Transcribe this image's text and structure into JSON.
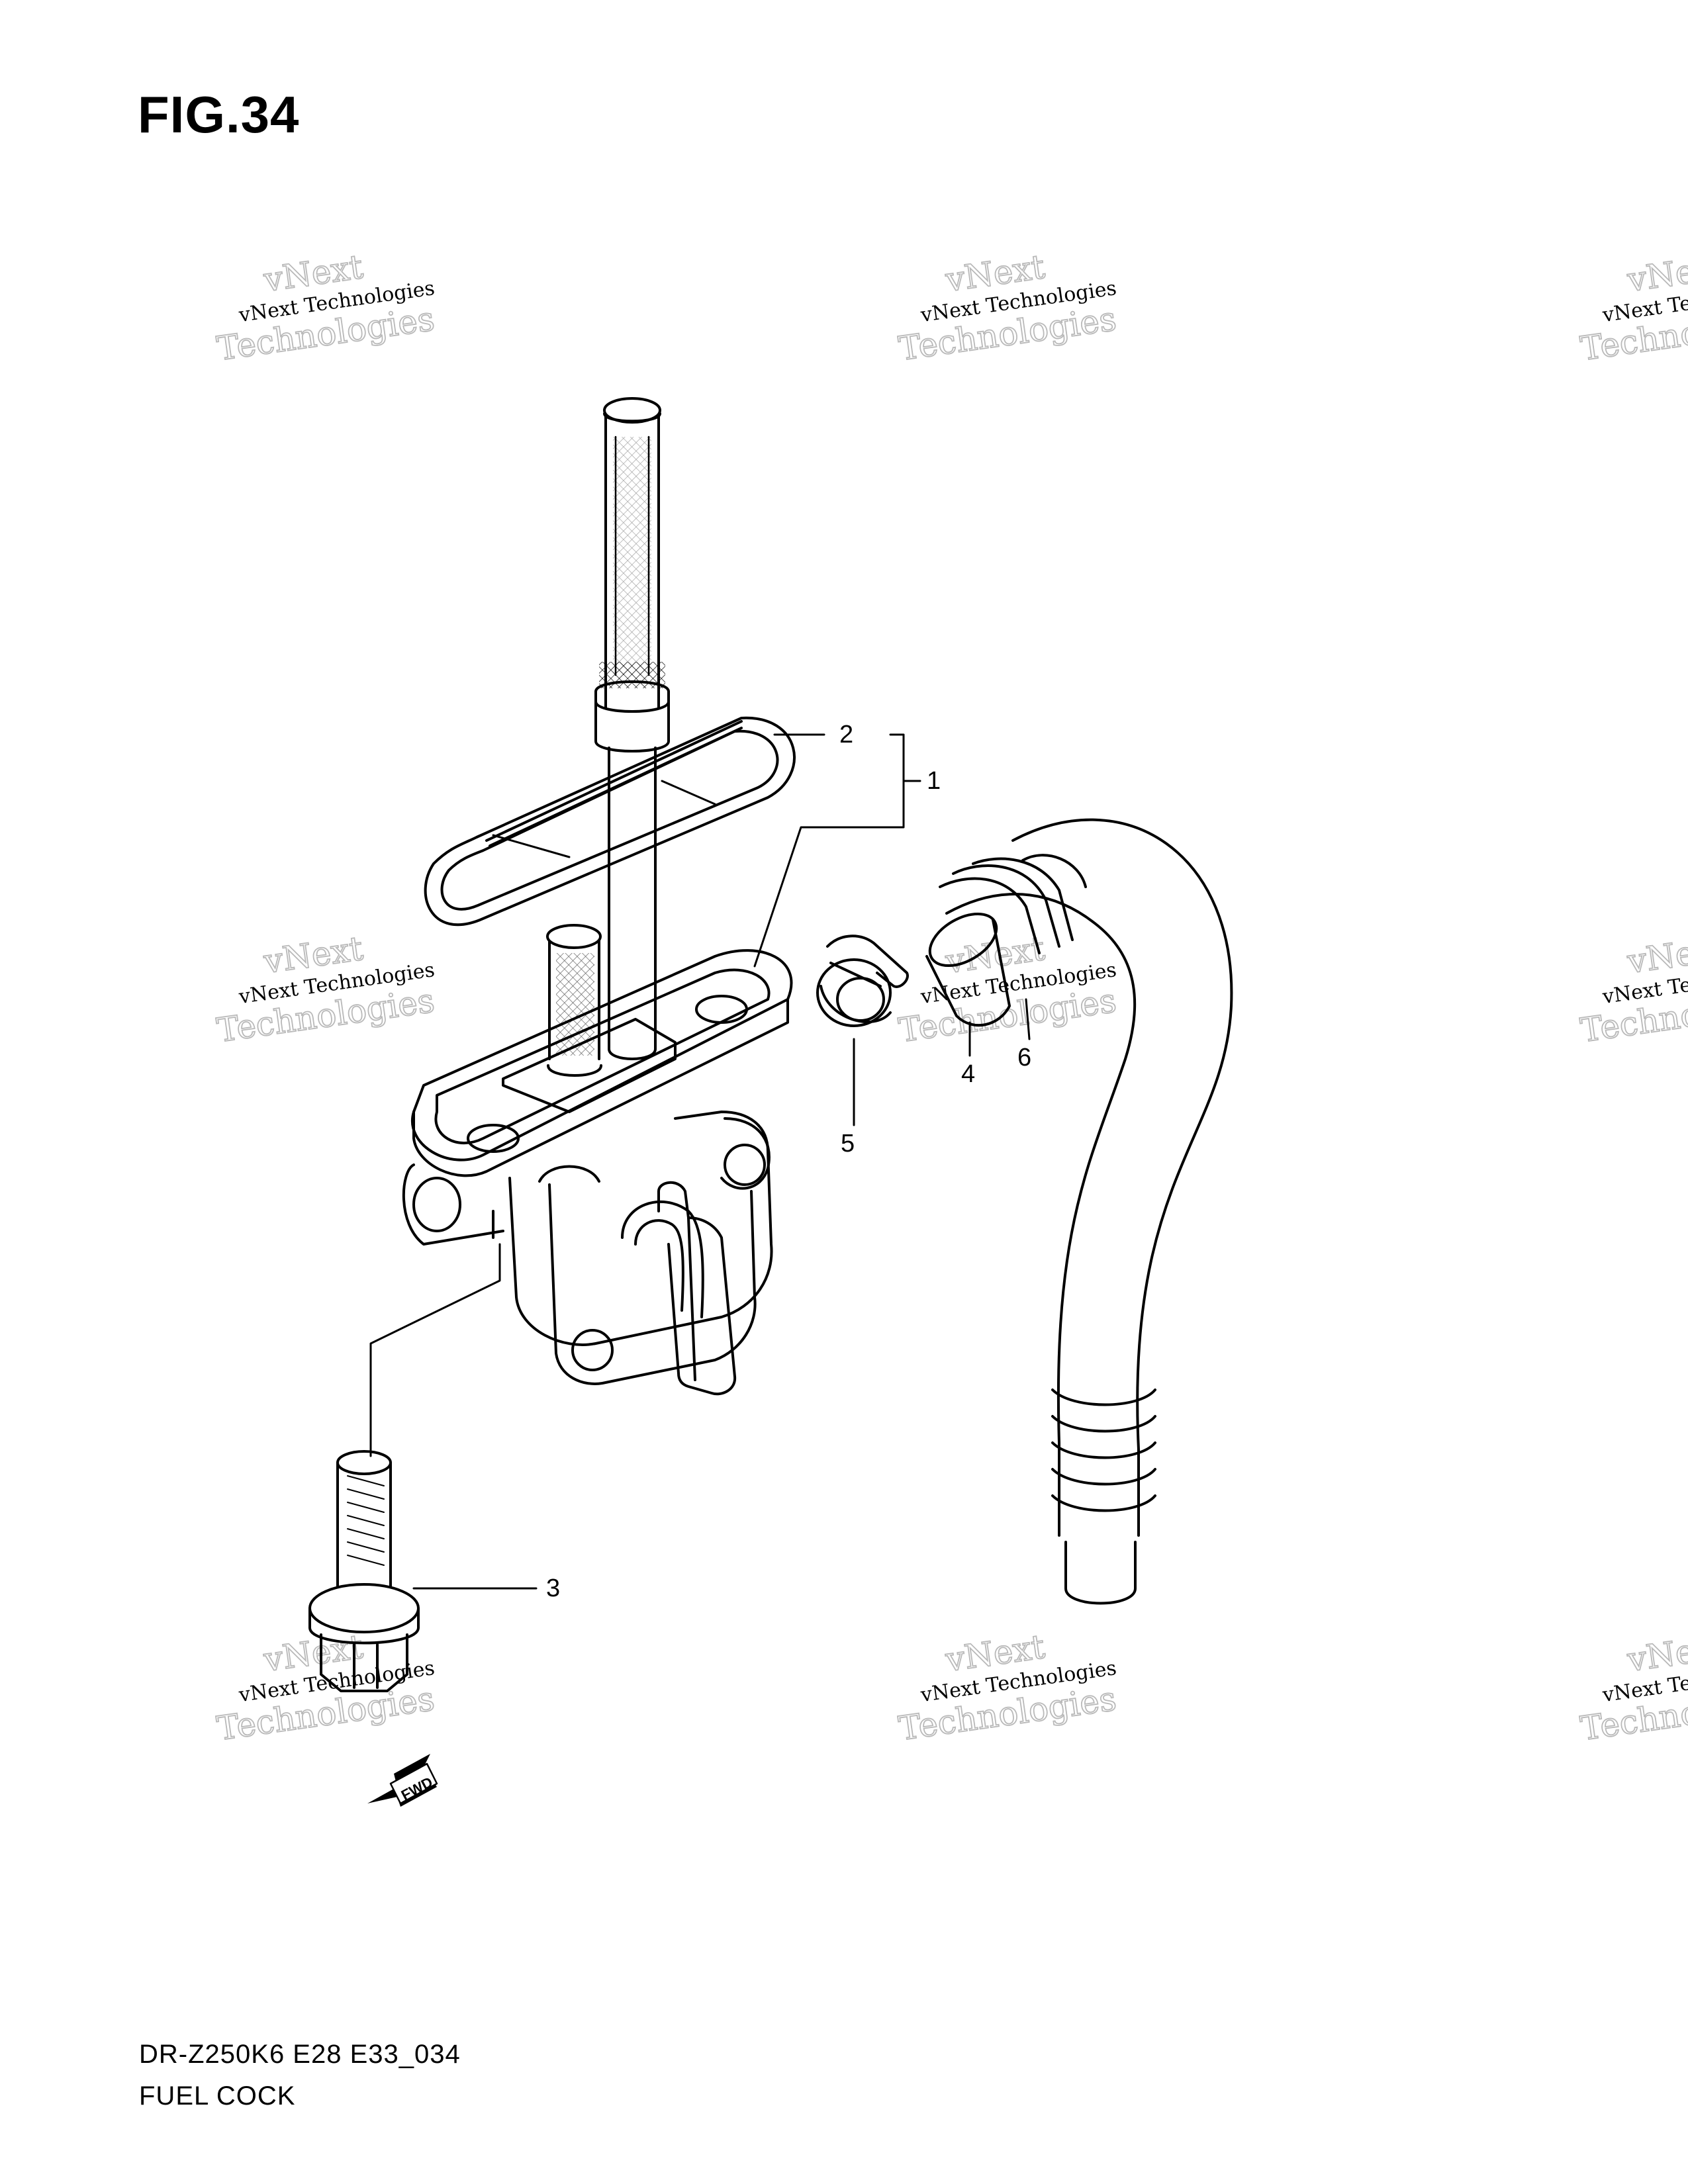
{
  "figure": {
    "title": "FIG.34",
    "model_code": "DR-Z250K6 E28 E33_034",
    "assembly_name": "FUEL COCK"
  },
  "callouts": [
    {
      "id": "1",
      "label": "1"
    },
    {
      "id": "2",
      "label": "2"
    },
    {
      "id": "3",
      "label": "3"
    },
    {
      "id": "4",
      "label": "4"
    },
    {
      "id": "5",
      "label": "5"
    },
    {
      "id": "6",
      "label": "6"
    }
  ],
  "direction_marker": {
    "label": "FWD"
  },
  "watermark": {
    "line1": "vNext Technologies",
    "line2": "vNext",
    "line3": "Technologies"
  },
  "colors": {
    "ink": "#000000",
    "watermark": "#b9b9b9",
    "background": "#ffffff"
  }
}
